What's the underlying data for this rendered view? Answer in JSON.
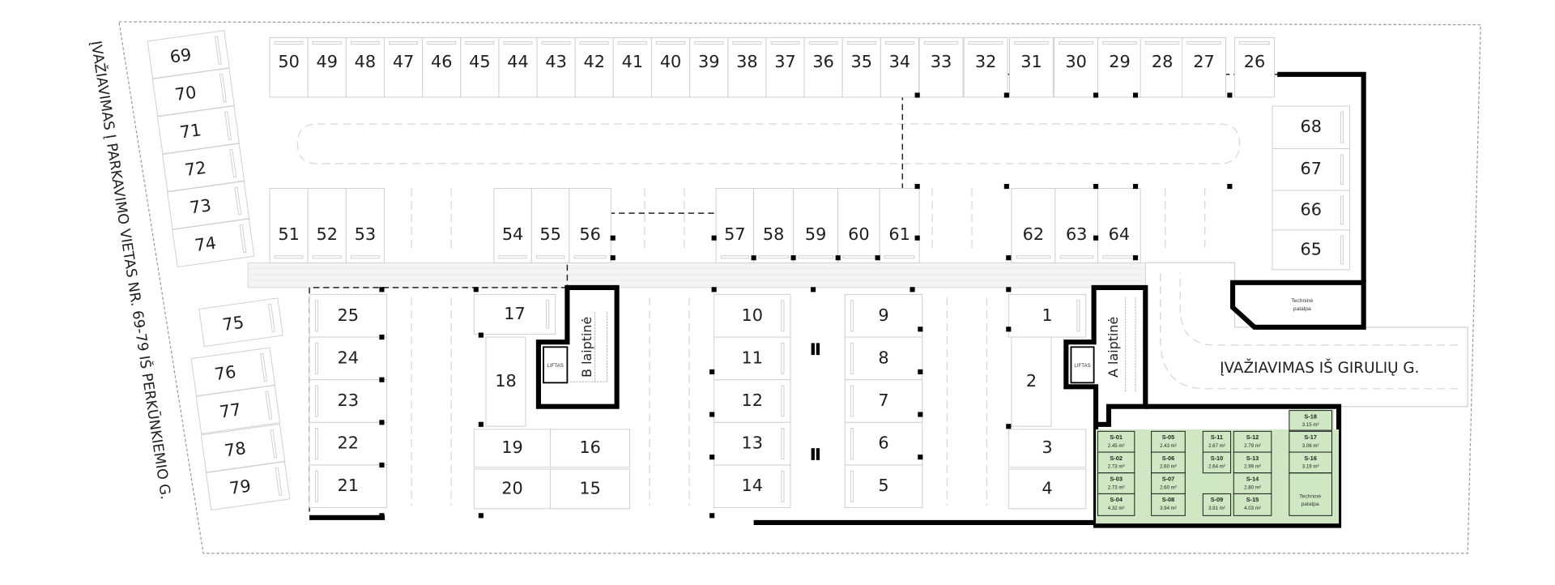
{
  "parking": {
    "top_row": [
      "50",
      "49",
      "48",
      "47",
      "46",
      "45",
      "44",
      "43",
      "42",
      "41",
      "40",
      "39",
      "38",
      "37",
      "36",
      "35",
      "34",
      "33",
      "32",
      "31",
      "30",
      "29",
      "28",
      "27",
      "26"
    ],
    "upper_inner_row": [
      "51",
      "52",
      "53",
      "54",
      "55",
      "56",
      "57",
      "58",
      "59",
      "60",
      "61",
      "62",
      "63",
      "64"
    ],
    "right_column": [
      "68",
      "67",
      "66",
      "65"
    ],
    "street_upper": [
      "69",
      "70",
      "71",
      "72",
      "73",
      "74"
    ],
    "street_lower": [
      "75",
      "76",
      "77",
      "78",
      "79"
    ],
    "lower_left_column": [
      "25",
      "24",
      "23",
      "22",
      "21"
    ],
    "block_b": [
      "17",
      "18",
      "19",
      "20",
      "16",
      "15"
    ],
    "center_left": [
      "10",
      "11",
      "12",
      "13",
      "14"
    ],
    "center_right": [
      "9",
      "8",
      "7",
      "6",
      "5"
    ],
    "block_a": [
      "1",
      "2",
      "3",
      "4"
    ]
  },
  "stairwells": {
    "b": {
      "label": "B laiptinė",
      "lift": "LIFTAS"
    },
    "a": {
      "label": "A laiptinė",
      "lift": "LIFTAS"
    }
  },
  "technical_rooms": {
    "upper": {
      "line1": "Techninė",
      "line2": "patalpa"
    },
    "storage": {
      "line1": "Techninė",
      "line2": "patalpa"
    }
  },
  "storage": [
    {
      "id": "S-01",
      "area": "2.45 m²"
    },
    {
      "id": "S-02",
      "area": "2.73 m²"
    },
    {
      "id": "S-03",
      "area": "2.73 m²"
    },
    {
      "id": "S-04",
      "area": "4.32 m²"
    },
    {
      "id": "S-05",
      "area": "2.43 m²"
    },
    {
      "id": "S-06",
      "area": "2.60 m²"
    },
    {
      "id": "S-07",
      "area": "2.60 m²"
    },
    {
      "id": "S-08",
      "area": "3.94 m²"
    },
    {
      "id": "S-09",
      "area": "3.91 m²"
    },
    {
      "id": "S-10",
      "area": "2.64 m²"
    },
    {
      "id": "S-11",
      "area": "2.67 m²"
    },
    {
      "id": "S-12",
      "area": "2.79 m²"
    },
    {
      "id": "S-13",
      "area": "2.99 m²"
    },
    {
      "id": "S-14",
      "area": "2.80 m²"
    },
    {
      "id": "S-15",
      "area": "4.03 m²"
    },
    {
      "id": "S-16",
      "area": "3.19 m²"
    },
    {
      "id": "S-17",
      "area": "3.06 m²"
    },
    {
      "id": "S-18",
      "area": "3.15 m²"
    }
  ],
  "roads": {
    "left_entrance": "ĮVAŽIAVIMAS Į PARKAVIMO VIETAS NR. 69-79 IŠ PERKŪNKIEMIO G.",
    "right_entrance": "ĮVAŽIAVIMAS IŠ GIRULIŲ G."
  },
  "colors": {
    "storage_fill": "#cfe8c3",
    "wall": "#000000"
  }
}
